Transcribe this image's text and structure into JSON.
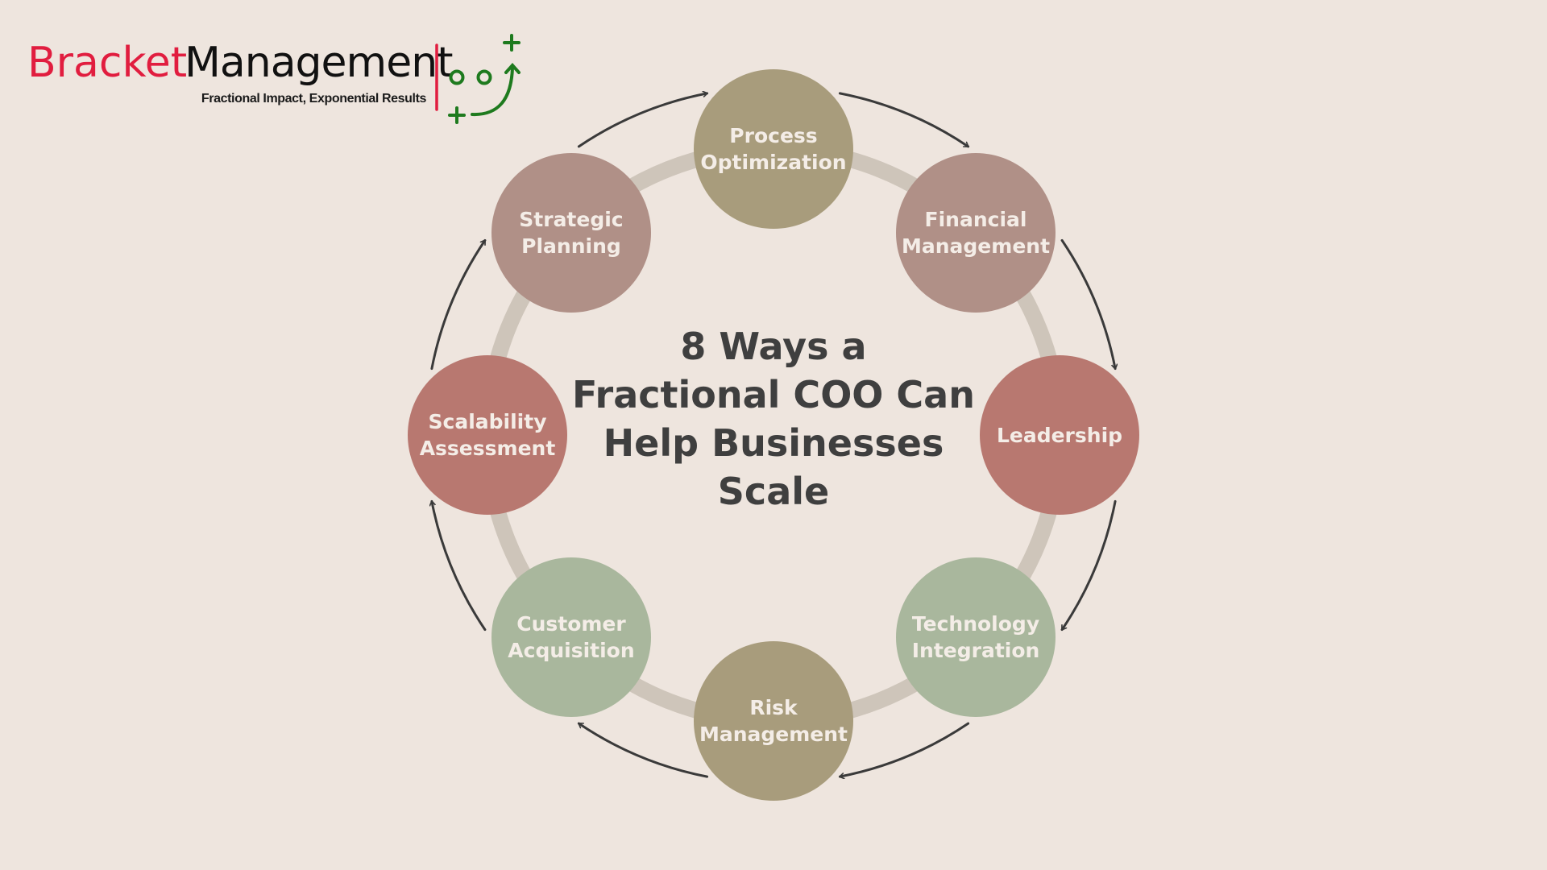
{
  "brand": {
    "name_part1": "Bracket",
    "name_part2": "Management",
    "tagline": "Fractional Impact, Exponential Results",
    "colors": {
      "red": "#E11D3F",
      "green": "#1E7A1E",
      "black": "#111111"
    },
    "mark_icon": "plus-circles-arrow-icon"
  },
  "diagram": {
    "title": "8 Ways a Fractional COO Can Help Businesses Scale",
    "ring_color": "#CEC5BA",
    "arrow_color": "#3A3A3A",
    "nodes": [
      {
        "label": "Process\nOptimization",
        "color": "#A89C7C"
      },
      {
        "label": "Financial\nManagement",
        "color": "#B09087"
      },
      {
        "label": "Leadership",
        "color": "#B87870"
      },
      {
        "label": "Technology\nIntegration",
        "color": "#A9B79D"
      },
      {
        "label": "Risk\nManagement",
        "color": "#A89C7C"
      },
      {
        "label": "Customer\nAcquisition",
        "color": "#A9B79D"
      },
      {
        "label": "Scalability\nAssessment",
        "color": "#B87870"
      },
      {
        "label": "Strategic\nPlanning",
        "color": "#B09087"
      }
    ]
  }
}
